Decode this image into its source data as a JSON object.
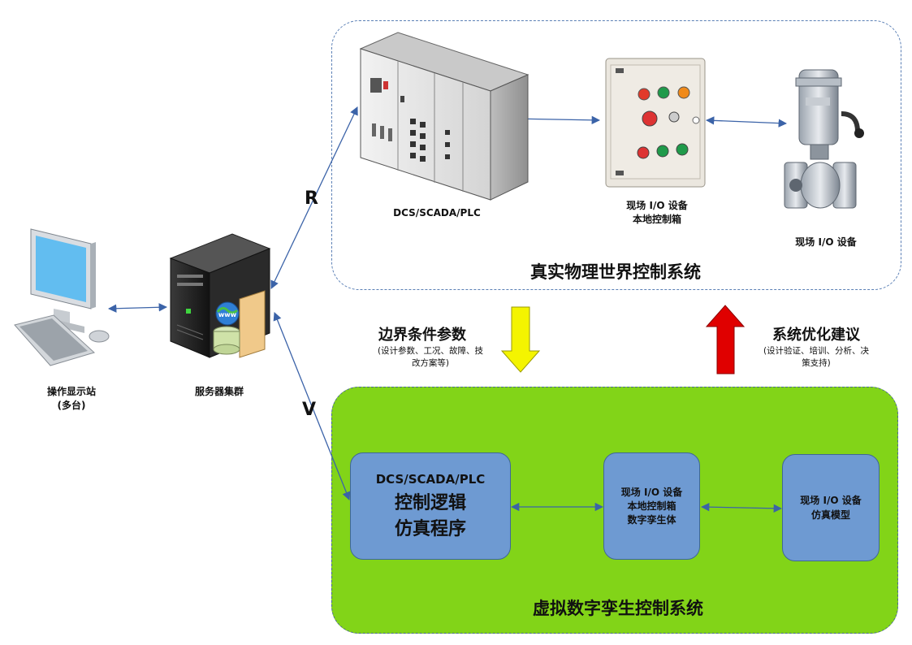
{
  "operator_station": {
    "line1": "操作显示站",
    "line2": "(多台)"
  },
  "server_cluster": {
    "label": "服务器集群"
  },
  "path_labels": {
    "real": "R",
    "virtual": "V"
  },
  "physical_world": {
    "title": "真实物理世界控制系统",
    "dcs_label": "DCS/SCADA/PLC",
    "local_box_line1": "现场 I/O 设备",
    "local_box_line2": "本地控制箱",
    "field_device_label": "现场 I/O 设备"
  },
  "boundary_conditions": {
    "title": "边界条件参数",
    "detail_line1": "(设计参数、工况、故障、技",
    "detail_line2": "改方案等)"
  },
  "optimization": {
    "title": "系统优化建议",
    "detail_line1": "(设计验证、培训、分析、决",
    "detail_line2": "策支持)"
  },
  "virtual_world": {
    "title": "虚拟数字孪生控制系统",
    "box1": {
      "line1": "DCS/SCADA/PLC",
      "line2": "控制逻辑",
      "line3": "仿真程序"
    },
    "box2": {
      "line1": "现场 I/O 设备",
      "line2": "本地控制箱",
      "line3": "数字孪生体"
    },
    "box3": {
      "line1": "现场 I/O 设备",
      "line2": "仿真模型"
    }
  },
  "colors": {
    "virtual_region": "#82d418",
    "virtual_box": "#6e9ad2",
    "arrow_down": "#f4f400",
    "arrow_up": "#e00000",
    "connector": "#3b63a8"
  }
}
